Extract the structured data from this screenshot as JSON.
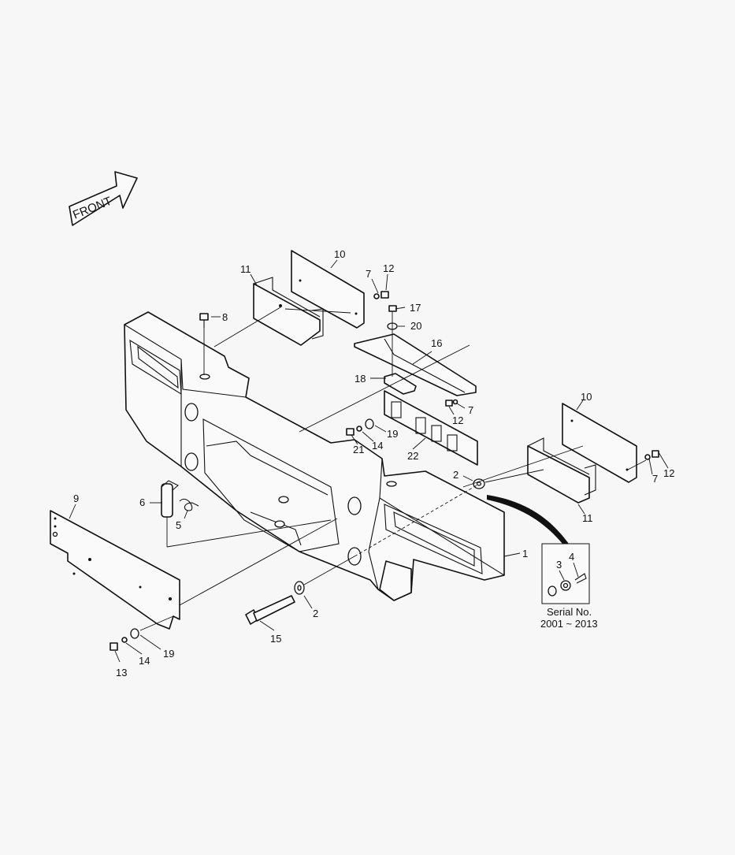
{
  "front_arrow": {
    "label": "FRONT"
  },
  "callouts": {
    "c1": "1",
    "c2a": "2",
    "c2b": "2",
    "c3": "3",
    "c4": "4",
    "c5": "5",
    "c6": "6",
    "c7a": "7",
    "c7b": "7",
    "c7c": "7",
    "c8": "8",
    "c9": "9",
    "c10a": "10",
    "c10b": "10",
    "c11a": "11",
    "c11b": "11",
    "c12a": "12",
    "c12b": "12",
    "c12c": "12",
    "c13": "13",
    "c14a": "14",
    "c14b": "14",
    "c15": "15",
    "c16": "16",
    "c17": "17",
    "c18": "18",
    "c19a": "19",
    "c19b": "19",
    "c20": "20",
    "c21": "21",
    "c22": "22"
  },
  "inset": {
    "line1": "Serial No.",
    "line2": "2001 ~ 2013"
  }
}
